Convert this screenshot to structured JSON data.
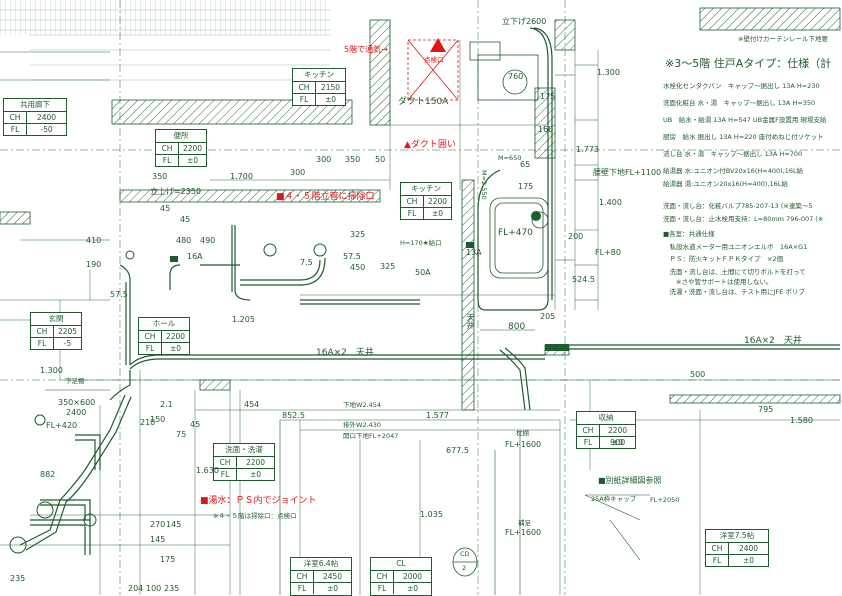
{
  "corner_note": "※壁付けカーテンレール下地要",
  "spec_title": "※3～5階 住戸Aタイプ：仕様（計",
  "spec_rows": [
    "水栓化センタクパン　キャップ～据出し 13A H=230",
    "洗面化粧台 水・湯　キャップ～据出し 13A H=350",
    "UB　給水・給湯 13A H=547 UB金属F設置用 現場支給",
    "厨房　給水 据出し 13A H=220 座付めねじ付ソケット",
    "流し台 水・湯　キャップ～据出し 13A H=700",
    "給湯器 水:ユニオン付BV20x16(H=400),16L給",
    "給湯器 湯:ユニオン20x16(H=400),16L給"
  ],
  "spec_notes": [
    "洗面・流し台：化粧バルブ785-207-13 (※連築～5",
    "洗面・流し台：止水栓用支持：L=80mm 796-007 (※",
    "■各室：共通仕様",
    "　私設水道メーター用ユニオンエルボ　16A×G1",
    "　ＰＳ：防火キットＦＰＫタイプ　×2個",
    "　洗面・流し台は、土間にて切りボルトを打って",
    "　　※さや管サポートは使用しない。",
    "　洗濯・洗面・流し台は、テスト用にJFE ポリブ"
  ],
  "rooms": [
    {
      "name": "共用廊下",
      "ch": "2400",
      "fl": "-50"
    },
    {
      "name": "キッチン",
      "ch": "2150",
      "fl": "±0"
    },
    {
      "name": "便所",
      "ch": "2200",
      "fl": "±0"
    },
    {
      "name": "キッチン",
      "ch": "2200",
      "fl": "±0"
    },
    {
      "name": "玄関",
      "ch": "2205",
      "fl": "-5"
    },
    {
      "name": "ホール",
      "ch": "2200",
      "fl": "±0"
    },
    {
      "name": "洗面・洗濯",
      "ch": "2200",
      "fl": "±0"
    },
    {
      "name": "収納",
      "ch": "2200",
      "fl": "±0"
    },
    {
      "name": "洋室7.5帖",
      "ch": "2400",
      "fl": "±0"
    },
    {
      "name": "洋室6.4帖",
      "ch": "2450",
      "fl": "±0"
    },
    {
      "name": "CL",
      "ch": "2000",
      "fl": "±0"
    }
  ],
  "room_keys": {
    "ch": "CH",
    "fl": "FL"
  },
  "red_notes": {
    "vent": "5階で通気→",
    "inspect": "点検口",
    "duct_enclosure": "▲ダクト囲い",
    "cleanout": "■４・５階立管に掃除口",
    "hot_water": "■湯水：ＰＳ内でジョイント"
  },
  "labels": {
    "riser_top": "立下げ2600",
    "riser_left": "立上げ=2350",
    "duct": "ダクト150A",
    "wall_base": "腰壁下地FL+1100",
    "fl_470": "FL+470",
    "fl_80": "FL+80",
    "fl_420": "FL+420",
    "fl_1600a": "FL+1600",
    "fl_1600b": "FL+1600",
    "fl_2050": "FL+2050",
    "pipe_16a2_left": "16A×2　天井",
    "pipe_16a2_right": "16A×2　天井",
    "pipe_50a": "50A",
    "pipe_13a": "13A",
    "pipe_16a": "16A",
    "ceiling_v": "天井",
    "beam_bottom": "下地W2.454",
    "drain_outer": "排外W2.430",
    "opening_bottom": "開口下地FL+2047",
    "cleanout_note": "※４・５階は掃除口：点検口",
    "detail_ref": "■別紙詳細図参照",
    "cap_25a": "25A枠キャップ",
    "shita_ashi": "下足棚",
    "kakeda": "枕棚",
    "hosoku": "補足",
    "m_650": "M=650",
    "w_2550": "M=2.550",
    "v_label": "H=170★給口",
    "dims": [
      "1.300",
      "350",
      "1.700",
      "300",
      "350",
      "50",
      "300",
      "1.773",
      "175",
      "760",
      "1.400",
      "200",
      "524.5",
      "205",
      "800",
      "1.300",
      "350×600",
      "852.5",
      "1.577",
      "1.580",
      "795",
      "500",
      "1.630",
      "677.5",
      "1.035",
      "882",
      "235",
      "204",
      "100",
      "235",
      "7.5",
      "450",
      "325",
      "325",
      "57.5",
      "65",
      "175",
      "160",
      "2400",
      "410",
      "480",
      "190",
      "490",
      "57.5",
      "45",
      "45",
      "150",
      "2.1",
      "210",
      "75",
      "454",
      "1.205",
      "270",
      "145",
      "145",
      "175",
      "900",
      "45"
    ]
  },
  "grid_markers": [
    {
      "top": "CD",
      "bottom": "2"
    }
  ]
}
